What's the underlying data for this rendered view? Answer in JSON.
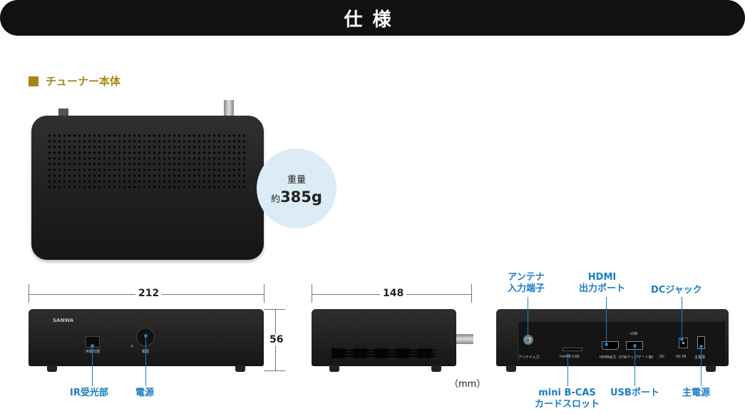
{
  "banner": {
    "title": "仕様"
  },
  "section": {
    "label": "チューナー本体"
  },
  "weight": {
    "label": "重量",
    "prefix": "約",
    "value": "385g"
  },
  "dimensions": {
    "width": "212",
    "height": "56",
    "depth": "148",
    "unit": "（mm）"
  },
  "front": {
    "brand": "SANWA",
    "ir_small": "IR受光部",
    "power_small": "電源"
  },
  "rear": {
    "antenna_small": "アンテナ入力",
    "bcas_small": "mini B-CAS",
    "hdmi_small": "HDMI出力",
    "usb_small": "USB",
    "usb_small2": "(F/Wアップデート用)",
    "dc_small": "DC",
    "dcin_small": "DC IN",
    "main_small": "主電源"
  },
  "callouts": {
    "ir": "IR受光部",
    "power": "電源",
    "antenna": [
      "アンテナ",
      "入力端子"
    ],
    "hdmi": [
      "HDMI",
      "出力ポート"
    ],
    "dc": "DCジャック",
    "bcas": [
      "mini B-CAS",
      "カードスロット"
    ],
    "usb": "USBポート",
    "main_power": "主電源"
  },
  "colors": {
    "banner_bg": "#111111",
    "accent_gold": "#a8870f",
    "callout_blue": "#1a7ec0",
    "weight_circle": "#dcecf7"
  }
}
